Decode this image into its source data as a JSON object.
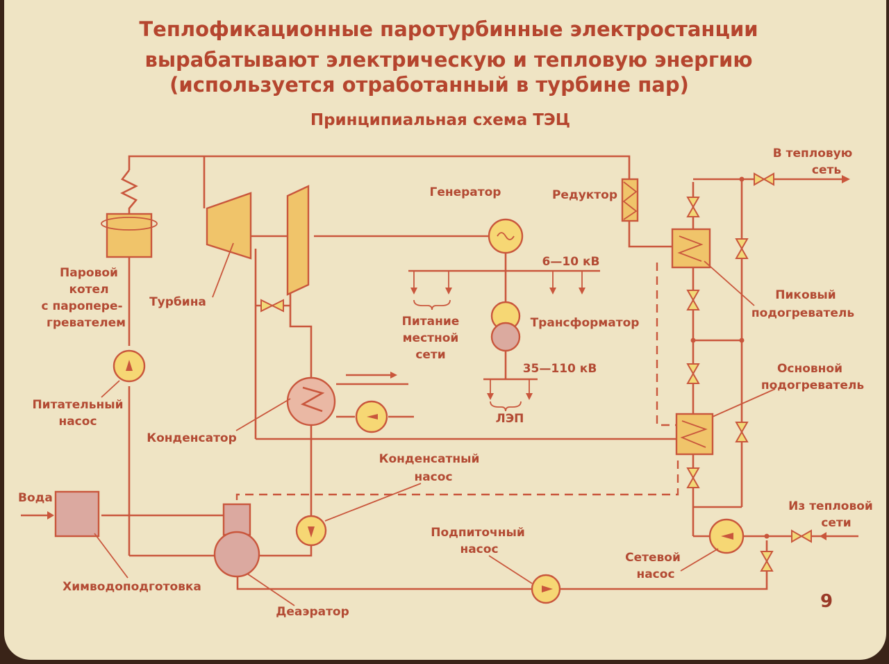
{
  "title_lines": [
    "Теплофикационные паротурбинные электростанции",
    "вырабатывают электрическую и тепловую энергию",
    "(используется отработанный в турбине пар)"
  ],
  "subtitle": "Принципиальная схема ТЭЦ",
  "labels": {
    "boiler": [
      "Паровой",
      "котел",
      "с паропере-",
      "гревателем"
    ],
    "turbine": "Турбина",
    "feed_pump": [
      "Питательный",
      "насос"
    ],
    "condenser": "Конденсатор",
    "water": "Вода",
    "chem_treatment": "Химводоподготовка",
    "deaerator": "Деаэратор",
    "generator": "Генератор",
    "reducer": "Редуктор",
    "voltage_low": "6—10 кВ",
    "voltage_high": "35—110 кВ",
    "local_supply": [
      "Питание",
      "местной",
      "сети"
    ],
    "transformer": "Трансформатор",
    "power_line": "ЛЭП",
    "condensate_pump": [
      "Конденсатный",
      "насос"
    ],
    "makeup_pump": [
      "Подпиточный",
      "насос"
    ],
    "network_pump": [
      "Сетевой",
      "насос"
    ],
    "peak_heater": [
      "Пиковый",
      "подогреватель"
    ],
    "main_heater": [
      "Основной",
      "подогреватель"
    ],
    "to_heat_network": [
      "В тепловую",
      "сеть"
    ],
    "from_heat_network": [
      "Из тепловой",
      "сети"
    ]
  },
  "slide_number": "9",
  "colors": {
    "background": "#efe4c4",
    "line": "#c9563c",
    "text": "#b34a33",
    "equipment": "#f0c46a",
    "pink_equipment": "#dba9a0"
  }
}
